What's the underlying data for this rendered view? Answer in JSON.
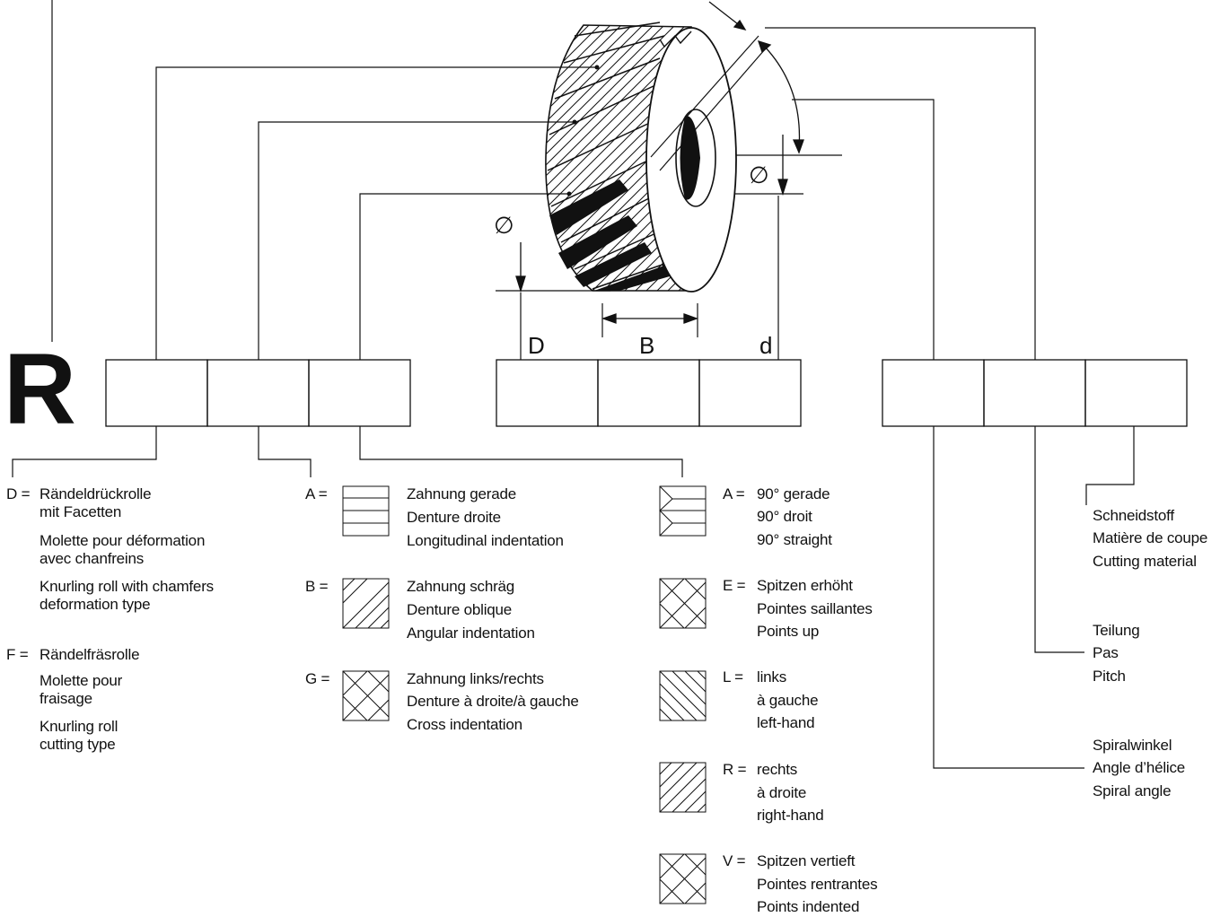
{
  "big_letter": "R",
  "dimensions": {
    "d_outer": "D",
    "width": "B",
    "d_bore": "d",
    "diameter_symbol": "∅"
  },
  "type": {
    "D": {
      "code": "D =",
      "de": [
        "Rändeldrückrolle",
        "mit Facetten"
      ],
      "fr": [
        "Molette pour déformation",
        "avec chanfreins"
      ],
      "en": [
        "Knurling roll with chamfers",
        "deformation type"
      ]
    },
    "F": {
      "code": "F =",
      "de": [
        "Rändelfräsrolle"
      ],
      "fr": [
        "Molette pour",
        "fraisage"
      ],
      "en": [
        "Knurling roll",
        "cutting type"
      ]
    }
  },
  "indentation": [
    {
      "code": "A =",
      "hatch": "horizontal",
      "lines": [
        "Zahnung gerade",
        "Denture droite",
        "Longitudinal indentation"
      ]
    },
    {
      "code": "B =",
      "hatch": "diagonal-right",
      "lines": [
        "Zahnung schräg",
        "Denture oblique",
        "Angular indentation"
      ]
    },
    {
      "code": "G =",
      "hatch": "cross",
      "lines": [
        "Zahnung links/rechts",
        "Denture à droite/à gauche",
        "Cross indentation"
      ]
    }
  ],
  "profile": [
    {
      "code": "A =",
      "hatch": "chevron",
      "lines": [
        "90° gerade",
        "90° droit",
        "90° straight"
      ]
    },
    {
      "code": "E =",
      "hatch": "cross",
      "lines": [
        "Spitzen erhöht",
        "Pointes saillantes",
        "Points up"
      ]
    },
    {
      "code": "L =",
      "hatch": "diagonal-left",
      "lines": [
        "links",
        "à gauche",
        "left-hand"
      ]
    },
    {
      "code": "R =",
      "hatch": "diagonal-right",
      "lines": [
        "rechts",
        "à droite",
        "right-hand"
      ]
    },
    {
      "code": "V =",
      "hatch": "cross",
      "lines": [
        "Spitzen vertieft",
        "Pointes rentrantes",
        "Points indented"
      ]
    }
  ],
  "right_labels": {
    "material": [
      "Schneidstoff",
      "Matière de coupe",
      "Cutting material"
    ],
    "pitch": [
      "Teilung",
      "Pas",
      "Pitch"
    ],
    "spiral": [
      "Spiralwinkel",
      "Angle d’hélice",
      "Spiral angle"
    ]
  }
}
